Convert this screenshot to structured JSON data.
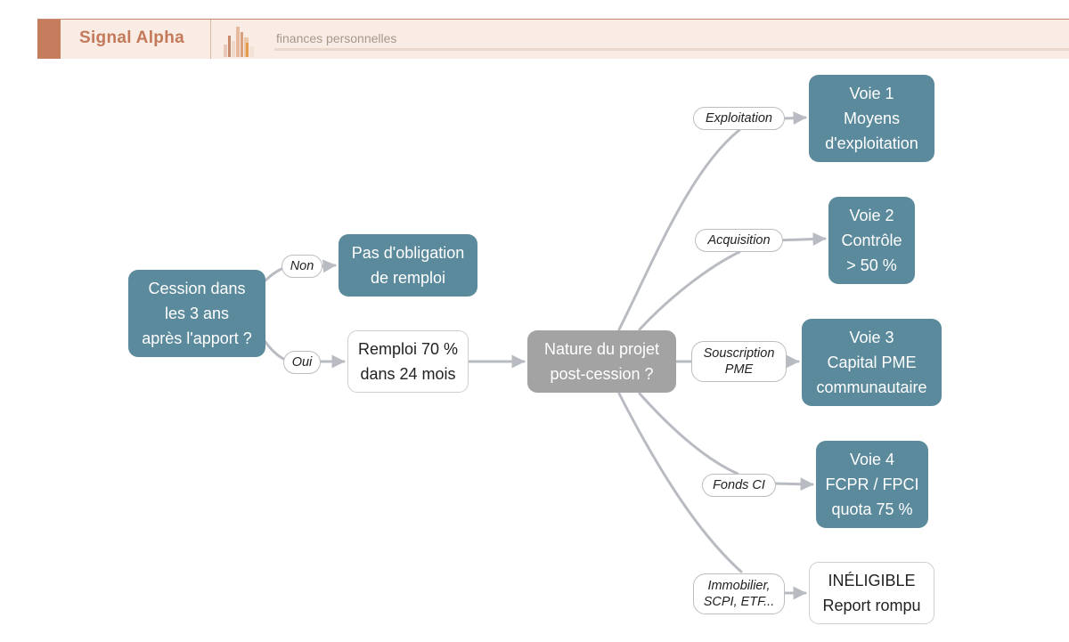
{
  "header": {
    "brand": "Signal Alpha",
    "subtitle": "finances personnelles",
    "logo_icon": "bar-chart-logo",
    "colors": {
      "accent": "#c67d5e",
      "band": "#f8ece4",
      "brand_text": "#c4795a"
    }
  },
  "diagram": {
    "colors": {
      "decision": "#5b8a9c",
      "question": "#a3a3a3",
      "neutral": "#ffffff",
      "edge": "#b8bcc2"
    },
    "nodes": {
      "start": "Cession dans\nles 3 ans\naprès l'apport ?",
      "no_obligation": "Pas d'obligation\nde remploi",
      "remploi": "Remploi 70 %\ndans 24 mois",
      "nature": "Nature du projet\npost-cession ?",
      "voie1": "Voie 1\nMoyens\nd'exploitation",
      "voie2": "Voie 2\nContrôle\n> 50 %",
      "voie3": "Voie 3\nCapital PME\ncommunautaire",
      "voie4": "Voie 4\nFCPR / FPCI\nquota 75 %",
      "ineligible": "INÉLIGIBLE\nReport rompu"
    },
    "edge_labels": {
      "non": "Non",
      "oui": "Oui",
      "exploitation": "Exploitation",
      "acquisition": "Acquisition",
      "souscription": "Souscription\nPME",
      "fonds": "Fonds CI",
      "immobilier": "Immobilier,\nSCPI, ETF..."
    }
  }
}
